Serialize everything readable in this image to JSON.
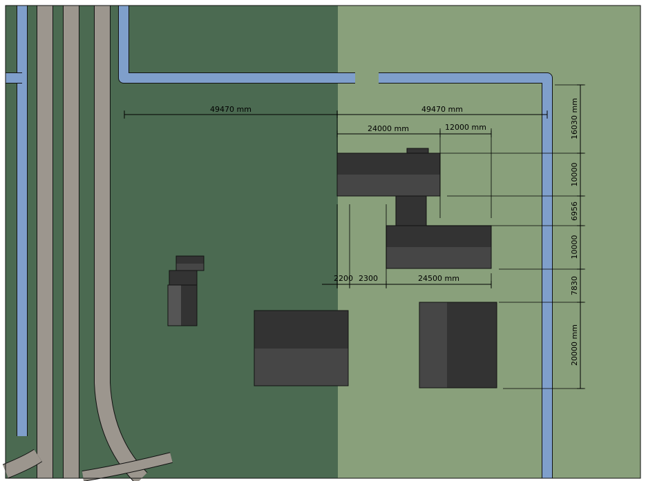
{
  "colors": {
    "page_bg": "#ffffff",
    "ground_dark": "#4b6a51",
    "ground_light": "#89a07b",
    "water": "#7f9fcb",
    "road": "#9c968e",
    "edge": "#111111",
    "roof_dark": "#333333",
    "roof_light": "#464646",
    "wall_side": "#555555"
  },
  "dimensions": {
    "top_left": "49470 mm",
    "top_right": "49470 mm",
    "house_width": "24000 mm",
    "annex_width": "12000 mm",
    "gap_a": "2200",
    "gap_b": "2300",
    "barn_width": "24500 mm",
    "vert_top": "16030 mm",
    "vert_house": "10000",
    "vert_link": "6956",
    "vert_barn": "10000",
    "vert_gap": "7830",
    "vert_shed": "20000 mm"
  }
}
